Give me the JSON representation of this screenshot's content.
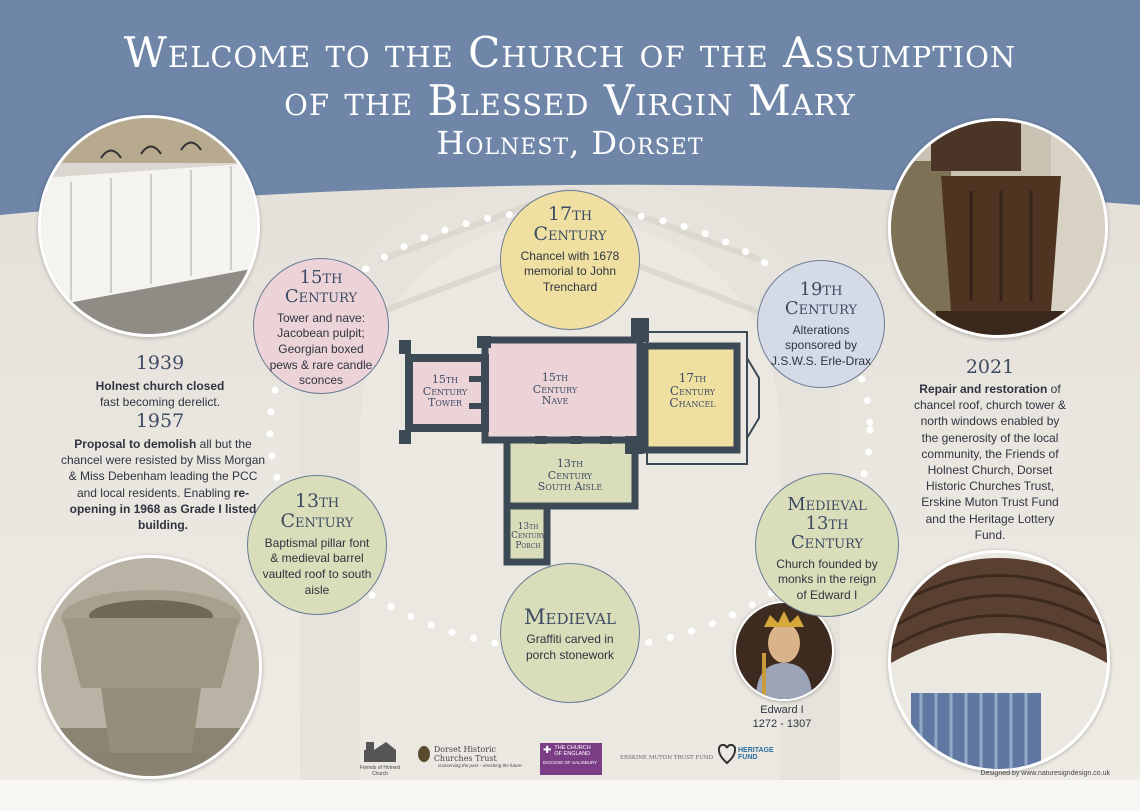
{
  "title": {
    "line1": "Welcome to the Church of the Assumption",
    "line2": "of the Blessed Virgin Mary",
    "line3": "Holnest, Dorset"
  },
  "colors": {
    "banner": "#6f86a8",
    "pink": "#ecd3d8",
    "yellow": "#efe0a2",
    "blue": "#d4dbe6",
    "green": "#d9ddb9",
    "plan_dark": "#3c4a55"
  },
  "bubbles": {
    "c17": {
      "head": "17th\nCentury",
      "body": "Chancel with 1678 memorial to John Trenchard"
    },
    "c15": {
      "head": "15th\nCentury",
      "body": "Tower and nave: Jacobean pulpit; Georgian boxed pews & rare candle sconces"
    },
    "c19": {
      "head": "19th\nCentury",
      "body": "Alterations sponsored by J.S.W.S. Erle-Drax"
    },
    "c13": {
      "head": "13th\nCentury",
      "body": "Baptismal pillar font & medieval barrel vaulted roof to south aisle"
    },
    "medieval13": {
      "head": "Medieval\n13th\nCentury",
      "body": "Church founded by monks in the reign of Edward I"
    },
    "medieval": {
      "head": "Medieval",
      "body": "Graffiti carved in porch stonework"
    }
  },
  "timeline_left": {
    "y1939": "1939",
    "t1939_bold": "Holnest church closed",
    "t1939_rest": "fast becoming derelict.",
    "y1957": "1957",
    "t1957_bold1": "Proposal to demolish",
    "t1957_mid": "all but the chancel were resisted by Miss Morgan & Miss Debenham leading the PCC and local residents. Enabling",
    "t1957_bold2": "re-opening in 1968 as Grade I listed building."
  },
  "timeline_right": {
    "y2021": "2021",
    "t2021_bold": "Repair and restoration",
    "t2021_rest": "of chancel roof, church tower & north windows enabled by the generosity of the local community, the Friends of Holnest Church, Dorset Historic Churches Trust, Erskine Muton Trust Fund and the Heritage Lottery Fund."
  },
  "plan": {
    "tower": "15th\nCentury\nTower",
    "nave": "15th\nCentury\nNave",
    "chancel": "17th\nCentury\nChancel",
    "south_aisle": "13th\nCentury\nSouth Aisle",
    "porch": "13th\nCentury\nPorch"
  },
  "edward": {
    "name": "Edward I",
    "dates": "1272 - 1307"
  },
  "logos": {
    "friends": "Friends of Holnest Church",
    "dhct": "Dorset Historic Churches Trust",
    "dhct_sub": "Conserving the past – enriching the future",
    "coe1": "THE CHURCH",
    "coe2": "OF ENGLAND",
    "coe3": "DIOCESE OF SALISBURY",
    "erskine": "ERSKINE MUTON TRUST FUND",
    "heritage1": "HERITAGE",
    "heritage2": "FUND"
  },
  "credit": "Designed by www.naturesigndesign.co.uk"
}
